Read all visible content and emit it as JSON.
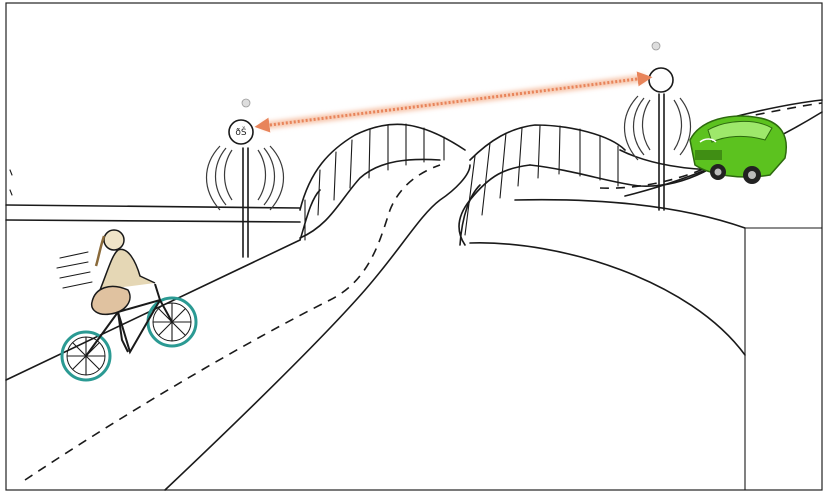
{
  "signs": [
    {
      "id": "left",
      "label": "ðŠ",
      "icon": "bicycle-sign-icon"
    },
    {
      "id": "right",
      "label": "",
      "icon": "car-sign-icon"
    }
  ],
  "link": {
    "color": "#e8845a",
    "glow": "#f6c3a8",
    "icon": "double-arrow-icon"
  },
  "vehicles": {
    "car_color": "#5cc21f",
    "bike_color": "#2b9a93",
    "icon_car": "car-icon",
    "icon_bike": "bicycle-icon"
  }
}
